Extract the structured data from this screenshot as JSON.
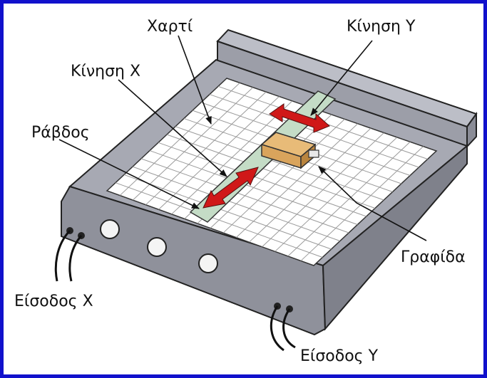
{
  "labels": {
    "paper": "Χαρτί",
    "y_motion": "Κίνηση Υ",
    "x_motion": "Κίνηση Χ",
    "rod": "Ράβδος",
    "pen": "Γραφίδα",
    "x_input": "Είσοδος Χ",
    "y_input": "Είσοδος Υ"
  },
  "colors": {
    "frame_border": "#1111cc",
    "base": "#a7a9b3",
    "base_dark": "#7f818b",
    "paper": "#ffffff",
    "grid": "#9a9a9a",
    "rod": "#c4dcc6",
    "carriage": "#d9a45c",
    "arrow": "#d01818"
  }
}
